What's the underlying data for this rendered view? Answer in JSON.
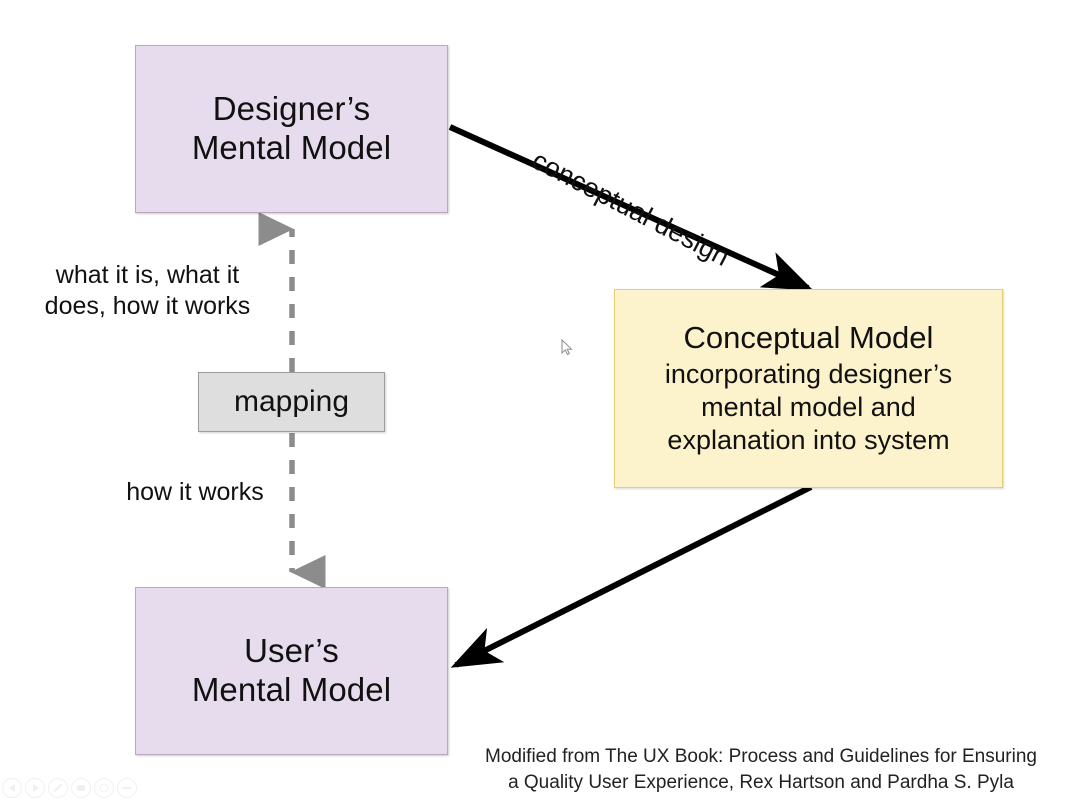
{
  "diagram": {
    "nodes": {
      "designer_mental_model": {
        "line1": "Designer’s",
        "line2": "Mental Model",
        "fill": "#e7dced",
        "border": "#b9a9c0"
      },
      "user_mental_model": {
        "line1": "User’s",
        "line2": "Mental Model",
        "fill": "#e7dced",
        "border": "#b9a9c0"
      },
      "conceptual_model": {
        "title": "Conceptual Model",
        "sub_line1": "incorporating designer’s",
        "sub_line2": "mental model and",
        "sub_line3": "explanation into system",
        "fill": "#fcf2cb",
        "border": "#e6cf73"
      },
      "mapping": {
        "label": "mapping",
        "fill": "#dedede",
        "border": "#9d9d9d"
      }
    },
    "labels": {
      "what_it_is_line1": "what it is, what it",
      "what_it_is_line2": "does, how it works",
      "how_it_works": "how it works",
      "conceptual_design": "conceptual design"
    },
    "connectors": {
      "designer_to_conceptual": {
        "name": "conceptual-design-arrow",
        "style": "solid",
        "color": "#000000",
        "direction": "one-way"
      },
      "conceptual_to_user": {
        "name": "conceptual-to-user-arrow",
        "style": "solid",
        "color": "#000000",
        "direction": "one-way"
      },
      "designer_user_mapping": {
        "name": "mapping-double-arrow",
        "style": "dashed",
        "color": "#8c8c8c",
        "direction": "two-way"
      }
    },
    "caption_line1": "Modified from The UX Book: Process and Guidelines for Ensuring",
    "caption_line2": "a Quality User Experience, Rex Hartson and Pardha S. Pyla"
  },
  "player": {
    "controls": [
      {
        "name": "rewind-icon",
        "label": "Rewind"
      },
      {
        "name": "play-icon",
        "label": "Play"
      },
      {
        "name": "pen-icon",
        "label": "Draw"
      },
      {
        "name": "camera-icon",
        "label": "Snapshot"
      },
      {
        "name": "zoom-in-icon",
        "label": "Zoom In"
      },
      {
        "name": "zoom-out-icon",
        "label": "Zoom Out"
      }
    ]
  }
}
